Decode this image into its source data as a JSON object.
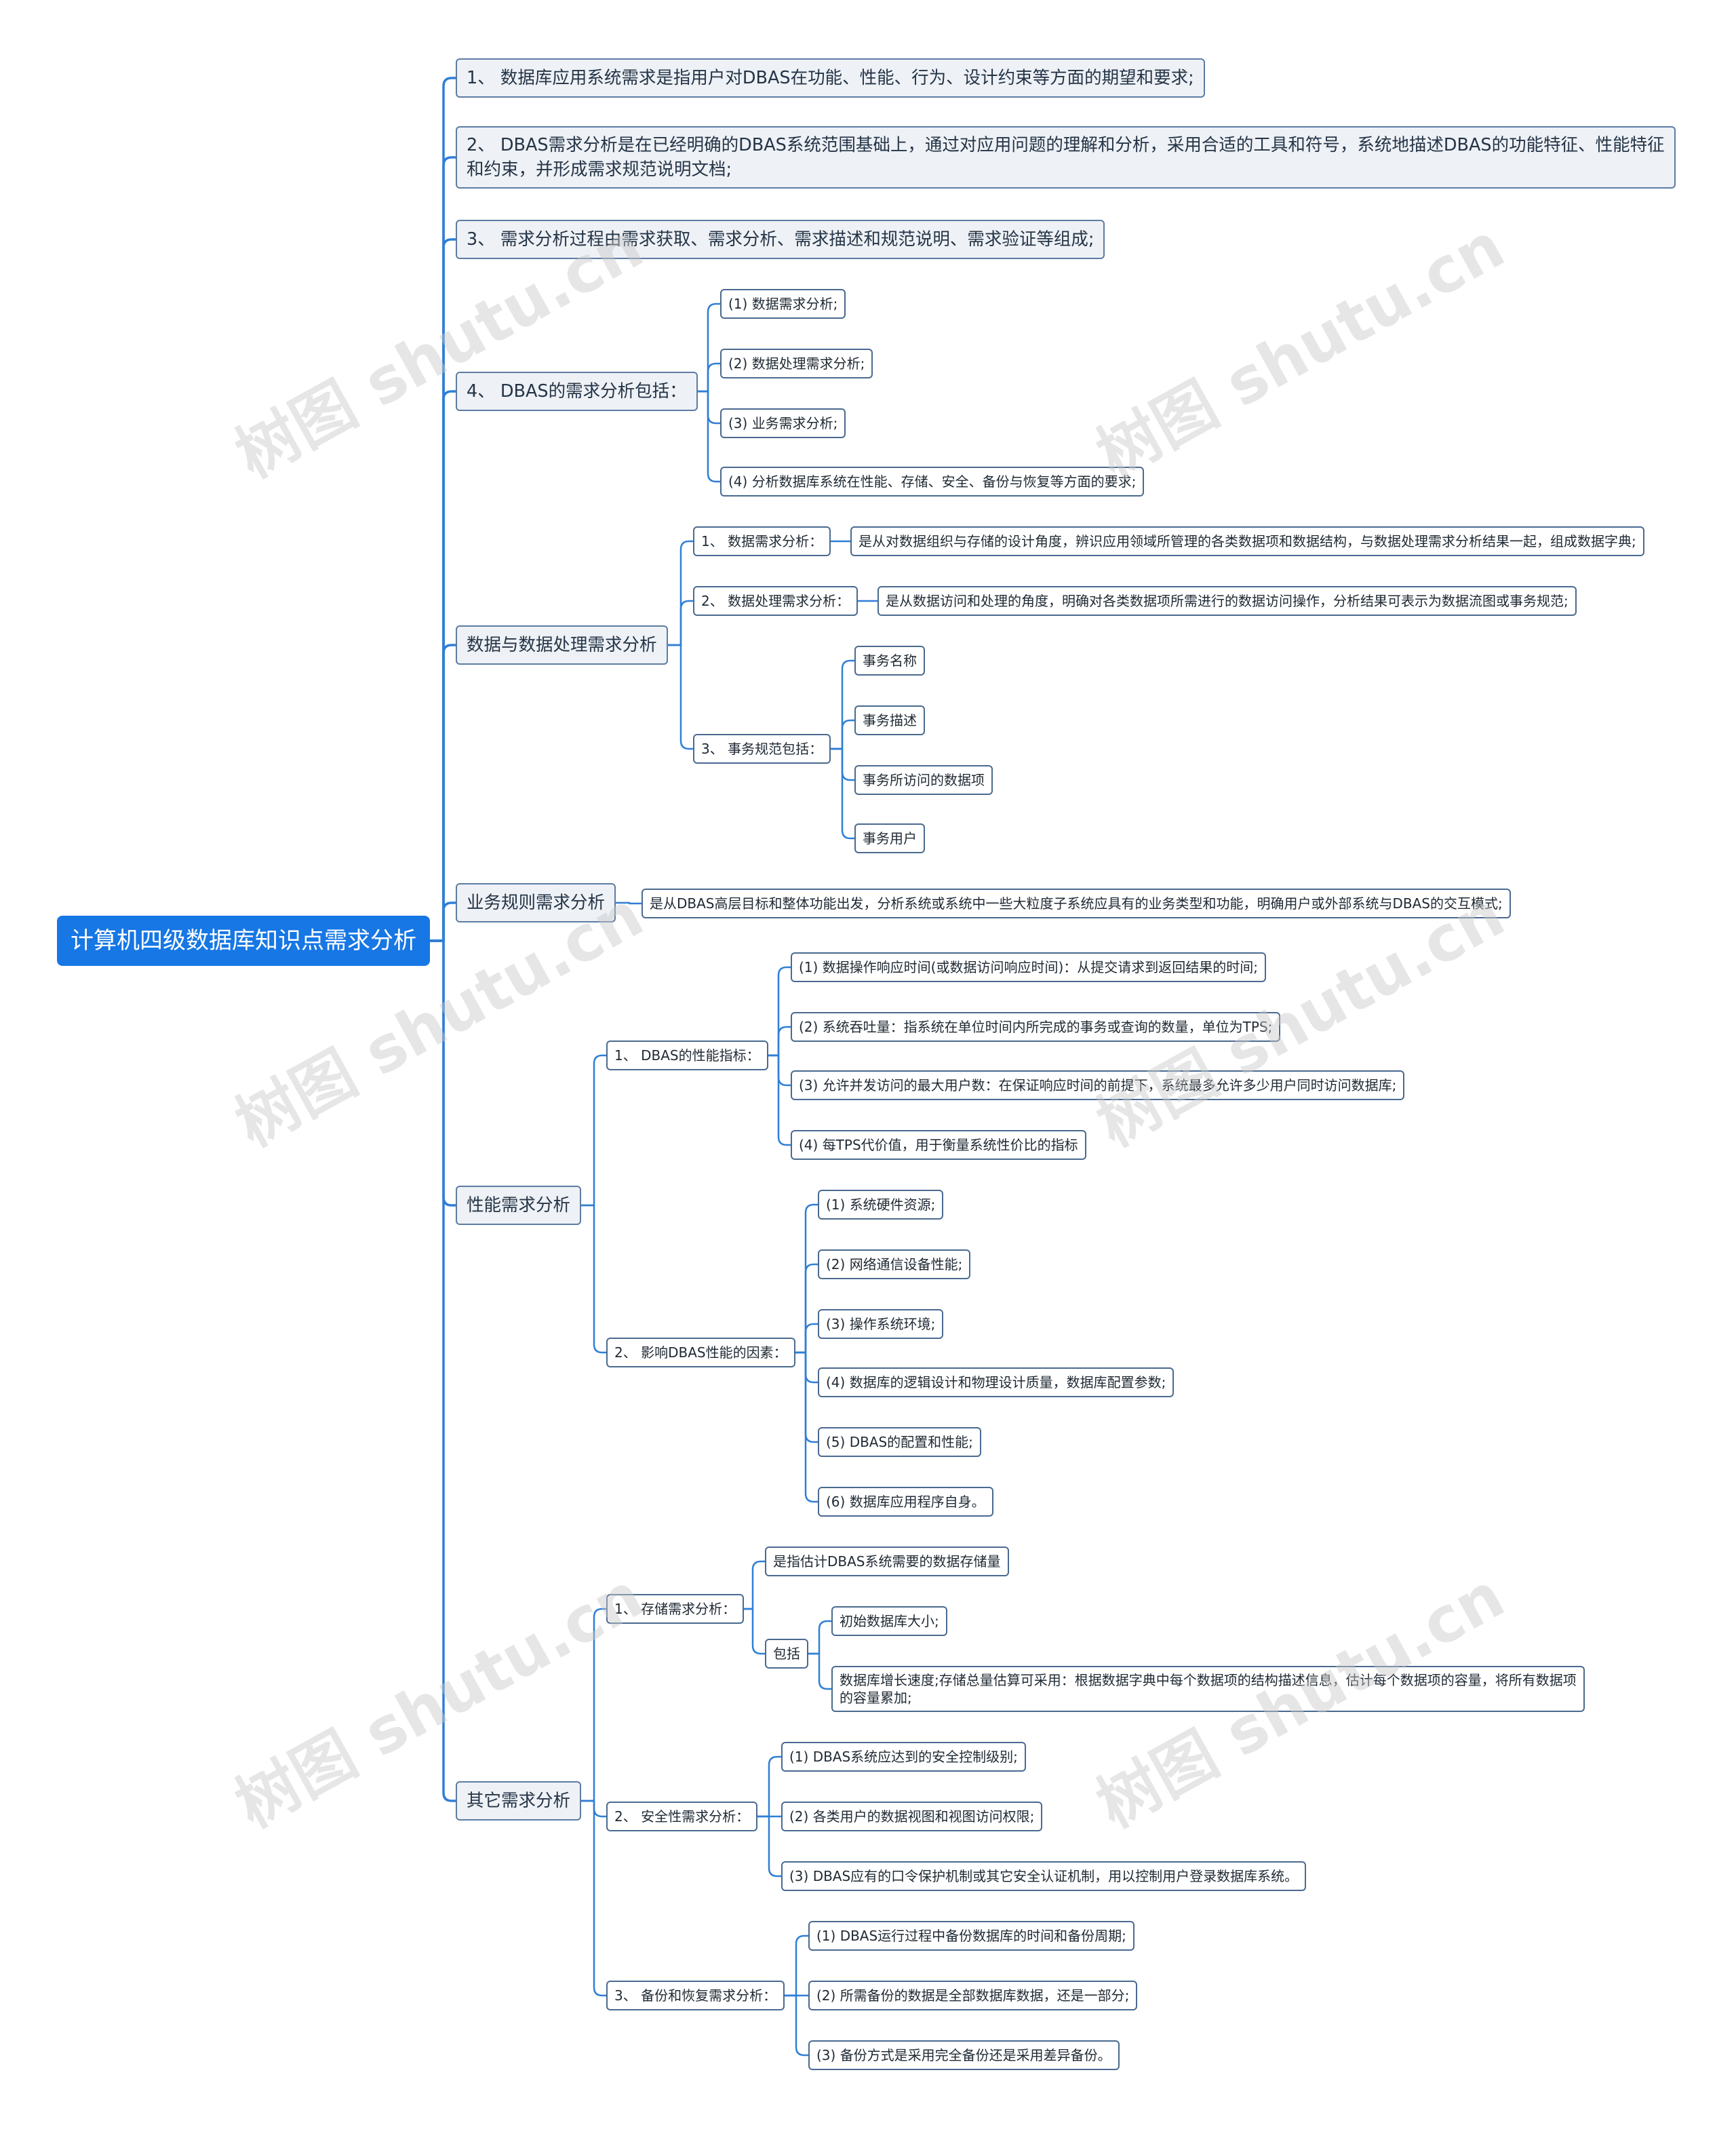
{
  "mindmap": {
    "root": {
      "text": "计算机四级数据库知识点需求分析"
    },
    "branches": [
      {
        "text": "1、 数据库应用系统需求是指用户对DBAS在功能、性能、行为、设计约束等方面的期望和要求;"
      },
      {
        "lines": [
          "2、 DBAS需求分析是在已经明确的DBAS系统范围基础上，通过对应用问题的理解和分析，采用合适的工具和符号，系统地描述DBAS的功能特征、性能特征",
          "和约束，并形成需求规范说明文档;"
        ]
      },
      {
        "text": "3、 需求分析过程由需求获取、需求分析、需求描述和规范说明、需求验证等组成;"
      },
      {
        "text": "4、 DBAS的需求分析包括：",
        "children": [
          {
            "text": "(1) 数据需求分析;"
          },
          {
            "text": "(2) 数据处理需求分析;"
          },
          {
            "text": "(3) 业务需求分析;"
          },
          {
            "text": "(4) 分析数据库系统在性能、存储、安全、备份与恢复等方面的要求;"
          }
        ]
      },
      {
        "text": "数据与数据处理需求分析",
        "children": [
          {
            "text": "1、 数据需求分析：",
            "children": [
              {
                "text": "是从对数据组织与存储的设计角度，辨识应用领域所管理的各类数据项和数据结构，与数据处理需求分析结果一起，组成数据字典;"
              }
            ]
          },
          {
            "text": "2、 数据处理需求分析：",
            "children": [
              {
                "text": "是从数据访问和处理的角度，明确对各类数据项所需进行的数据访问操作，分析结果可表示为数据流图或事务规范;"
              }
            ]
          },
          {
            "text": "3、 事务规范包括：",
            "children": [
              {
                "text": "事务名称"
              },
              {
                "text": "事务描述"
              },
              {
                "text": "事务所访问的数据项"
              },
              {
                "text": "事务用户"
              }
            ]
          }
        ]
      },
      {
        "text": "业务规则需求分析",
        "children": [
          {
            "text": "是从DBAS高层目标和整体功能出发，分析系统或系统中一些大粒度子系统应具有的业务类型和功能，明确用户或外部系统与DBAS的交互模式;"
          }
        ]
      },
      {
        "text": "性能需求分析",
        "children": [
          {
            "text": "1、 DBAS的性能指标：",
            "children": [
              {
                "text": "(1) 数据操作响应时间(或数据访问响应时间)：从提交请求到返回结果的时间;"
              },
              {
                "text": "(2) 系统吞吐量：指系统在单位时间内所完成的事务或查询的数量，单位为TPS;"
              },
              {
                "text": "(3) 允许并发访问的最大用户数：在保证响应时间的前提下，系统最多允许多少用户同时访问数据库;"
              },
              {
                "text": "(4) 每TPS代价值，用于衡量系统性价比的指标"
              }
            ]
          },
          {
            "text": "2、 影响DBAS性能的因素：",
            "children": [
              {
                "text": "(1) 系统硬件资源;"
              },
              {
                "text": "(2) 网络通信设备性能;"
              },
              {
                "text": "(3) 操作系统环境;"
              },
              {
                "text": "(4) 数据库的逻辑设计和物理设计质量，数据库配置参数;"
              },
              {
                "text": "(5) DBAS的配置和性能;"
              },
              {
                "text": "(6) 数据库应用程序自身。"
              }
            ]
          }
        ]
      },
      {
        "text": "其它需求分析",
        "children": [
          {
            "text": "1、 存储需求分析：",
            "children": [
              {
                "text": "是指估计DBAS系统需要的数据存储量"
              },
              {
                "text": "包括",
                "children": [
                  {
                    "text": "初始数据库大小;"
                  },
                  {
                    "lines": [
                      "数据库增长速度;存储总量估算可采用：根据数据字典中每个数据项的结构描述信息，估计每个数据项的容量，将所有数据项",
                      "的容量累加;"
                    ]
                  }
                ]
              }
            ]
          },
          {
            "text": "2、 安全性需求分析：",
            "children": [
              {
                "text": "(1) DBAS系统应达到的安全控制级别;"
              },
              {
                "text": "(2) 各类用户的数据视图和视图访问权限;"
              },
              {
                "text": "(3) DBAS应有的口令保护机制或其它安全认证机制，用以控制用户登录数据库系统。"
              }
            ]
          },
          {
            "text": "3、 备份和恢复需求分析：",
            "children": [
              {
                "text": "(1) DBAS运行过程中备份数据库的时间和备份周期;"
              },
              {
                "text": "(2) 所需备份的数据是全部数据库数据，还是一部分;"
              },
              {
                "text": "(3) 备份方式是采用完全备份还是采用差异备份。"
              }
            ]
          }
        ]
      }
    ]
  },
  "watermark": "树图 shutu.cn",
  "colors": {
    "central_fill": "#1677e5",
    "connector": "#2f7fd6",
    "topic_fill": "#eef1f5",
    "topic_border": "#5d7ca3",
    "subtopic_border": "#4a6a90",
    "watermark": "#c9c9c9"
  }
}
